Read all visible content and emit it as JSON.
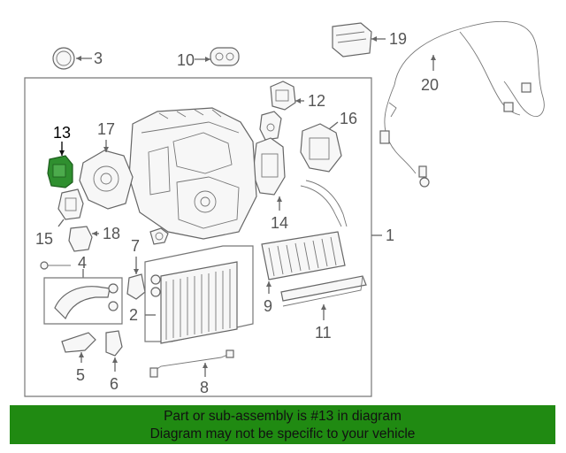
{
  "diagram": {
    "highlight_color": "#2f8f2f",
    "highlighted_callout": "13",
    "callouts": {
      "c1": "1",
      "c2": "2",
      "c3": "3",
      "c4": "4",
      "c5": "5",
      "c6": "6",
      "c7": "7",
      "c8": "8",
      "c9": "9",
      "c10": "10",
      "c11": "11",
      "c12": "12",
      "c13": "13",
      "c14": "14",
      "c15": "15",
      "c16": "16",
      "c17": "17",
      "c18": "18",
      "c19": "19",
      "c20": "20"
    }
  },
  "footer": {
    "line1": "Part or sub-assembly is #13 in diagram",
    "line2": "Diagram may not be specific to your vehicle",
    "background": "#208a12"
  }
}
